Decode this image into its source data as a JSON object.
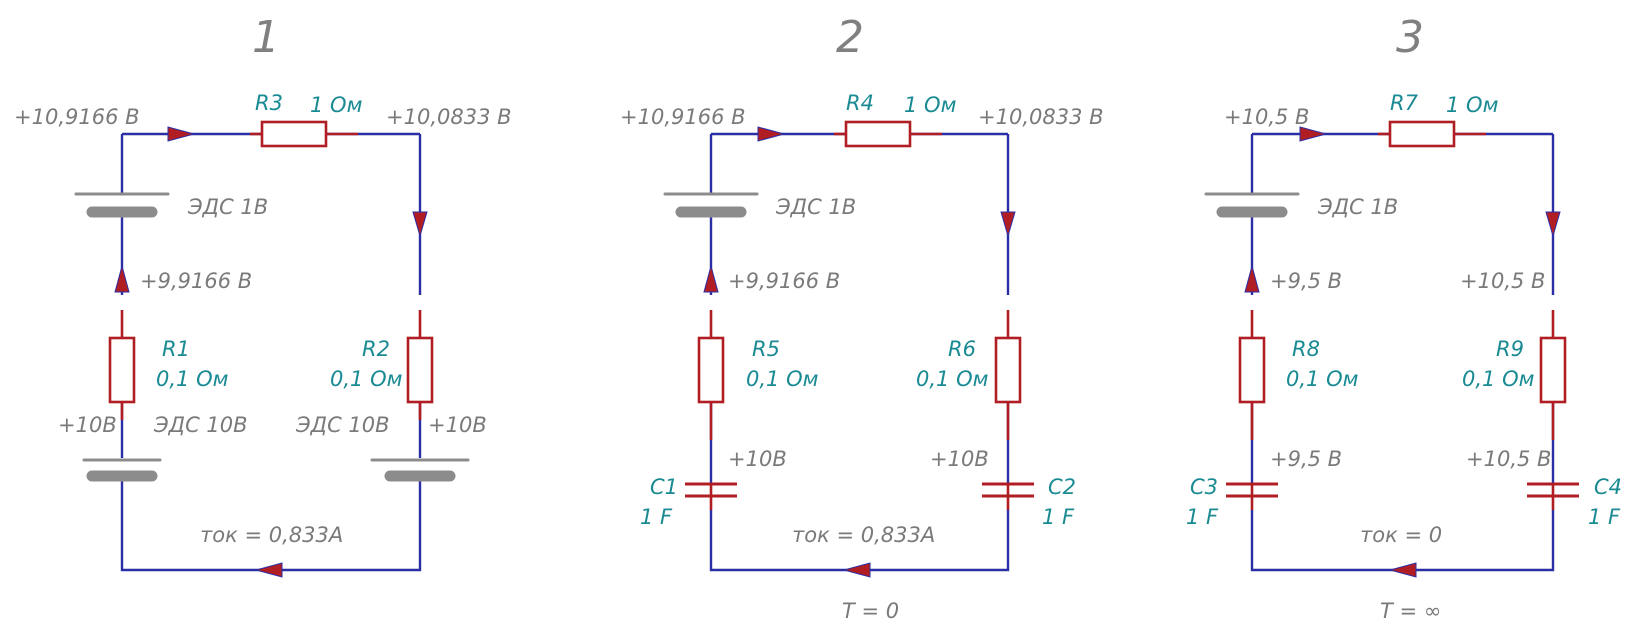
{
  "colors": {
    "wire": "#2b2fa6",
    "component": "#b01e24",
    "label_gray": "#7a7a7a",
    "label_teal": "#1a8a93",
    "battery": "#8c8c8c"
  },
  "circuit1": {
    "number": "1",
    "v_top_left": "+10,9166 В",
    "v_top_right": "+10,0833 В",
    "r_top_name": "R3",
    "r_top_value": "1 Ом",
    "emf_top": "ЭДС 1В",
    "v_mid_left": "+9,9166 В",
    "r_left_name": "R1",
    "r_left_value": "0,1 Ом",
    "r_right_name": "R2",
    "r_right_value": "0,1 Ом",
    "v_bottom_left": "+10В",
    "emf_left": "ЭДС 10В",
    "emf_right": "ЭДС 10В",
    "v_bottom_right": "+10В",
    "current": "ток = 0,833А"
  },
  "circuit2": {
    "number": "2",
    "v_top_left": "+10,9166 В",
    "v_top_right": "+10,0833 В",
    "r_top_name": "R4",
    "r_top_value": "1 Ом",
    "emf_top": "ЭДС 1В",
    "v_mid_left": "+9,9166 В",
    "r_left_name": "R5",
    "r_left_value": "0,1 Ом",
    "r_right_name": "R6",
    "r_right_value": "0,1 Ом",
    "v_cap_left": "+10В",
    "v_cap_right": "+10В",
    "c_left_name": "C1",
    "c_left_value": "1 F",
    "c_right_name": "C2",
    "c_right_value": "1 F",
    "current": "ток = 0,833А",
    "time": "Т = 0"
  },
  "circuit3": {
    "number": "3",
    "v_top_left": "+10,5 В",
    "r_top_name": "R7",
    "r_top_value": "1 Ом",
    "emf_top": "ЭДС 1В",
    "v_mid_left": "+9,5 В",
    "v_mid_right": "+10,5 В",
    "r_left_name": "R8",
    "r_left_value": "0,1 Ом",
    "r_right_name": "R9",
    "r_right_value": "0,1 Ом",
    "v_cap_left": "+9,5 В",
    "v_cap_right": "+10,5 В",
    "c_left_name": "C3",
    "c_left_value": "1 F",
    "c_right_name": "C4",
    "c_right_value": "1 F",
    "current": "ток = 0",
    "time": "Т = ∞"
  }
}
